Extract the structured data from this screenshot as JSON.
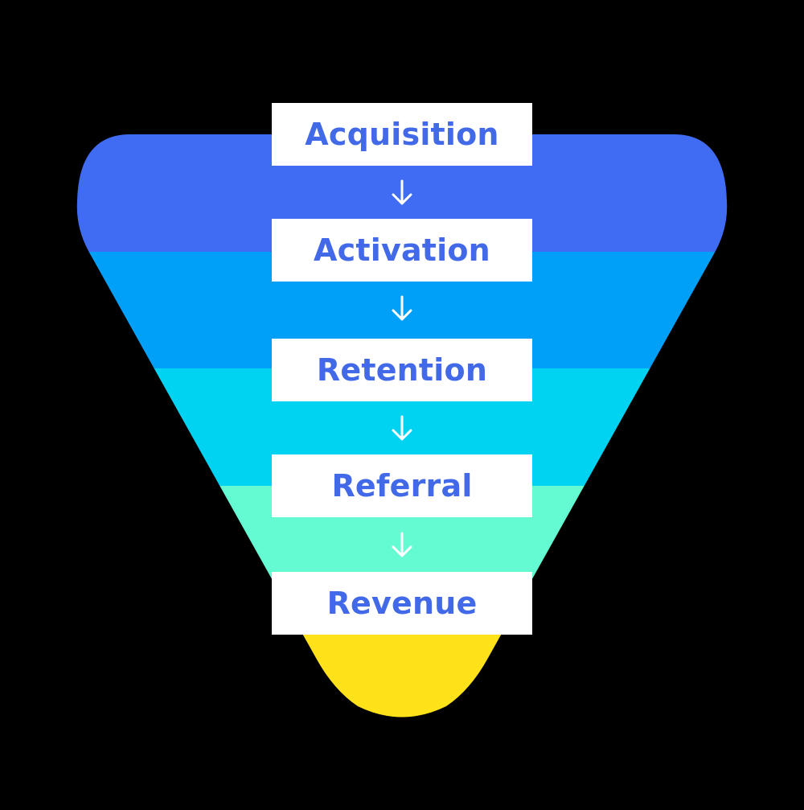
{
  "colors": {
    "background": "#000000",
    "label_box": "#ffffff",
    "label_text": "#4169e8",
    "arrow": "#ffffff",
    "bands": [
      "#3f6cf3",
      "#009ff8",
      "#00d2f2",
      "#64fbd2",
      "#ffe21a"
    ]
  },
  "stages": [
    {
      "label": "Acquisition"
    },
    {
      "label": "Activation"
    },
    {
      "label": "Retention"
    },
    {
      "label": "Referral"
    },
    {
      "label": "Revenue"
    }
  ],
  "icons": {
    "arrow": "arrow-down-icon"
  }
}
